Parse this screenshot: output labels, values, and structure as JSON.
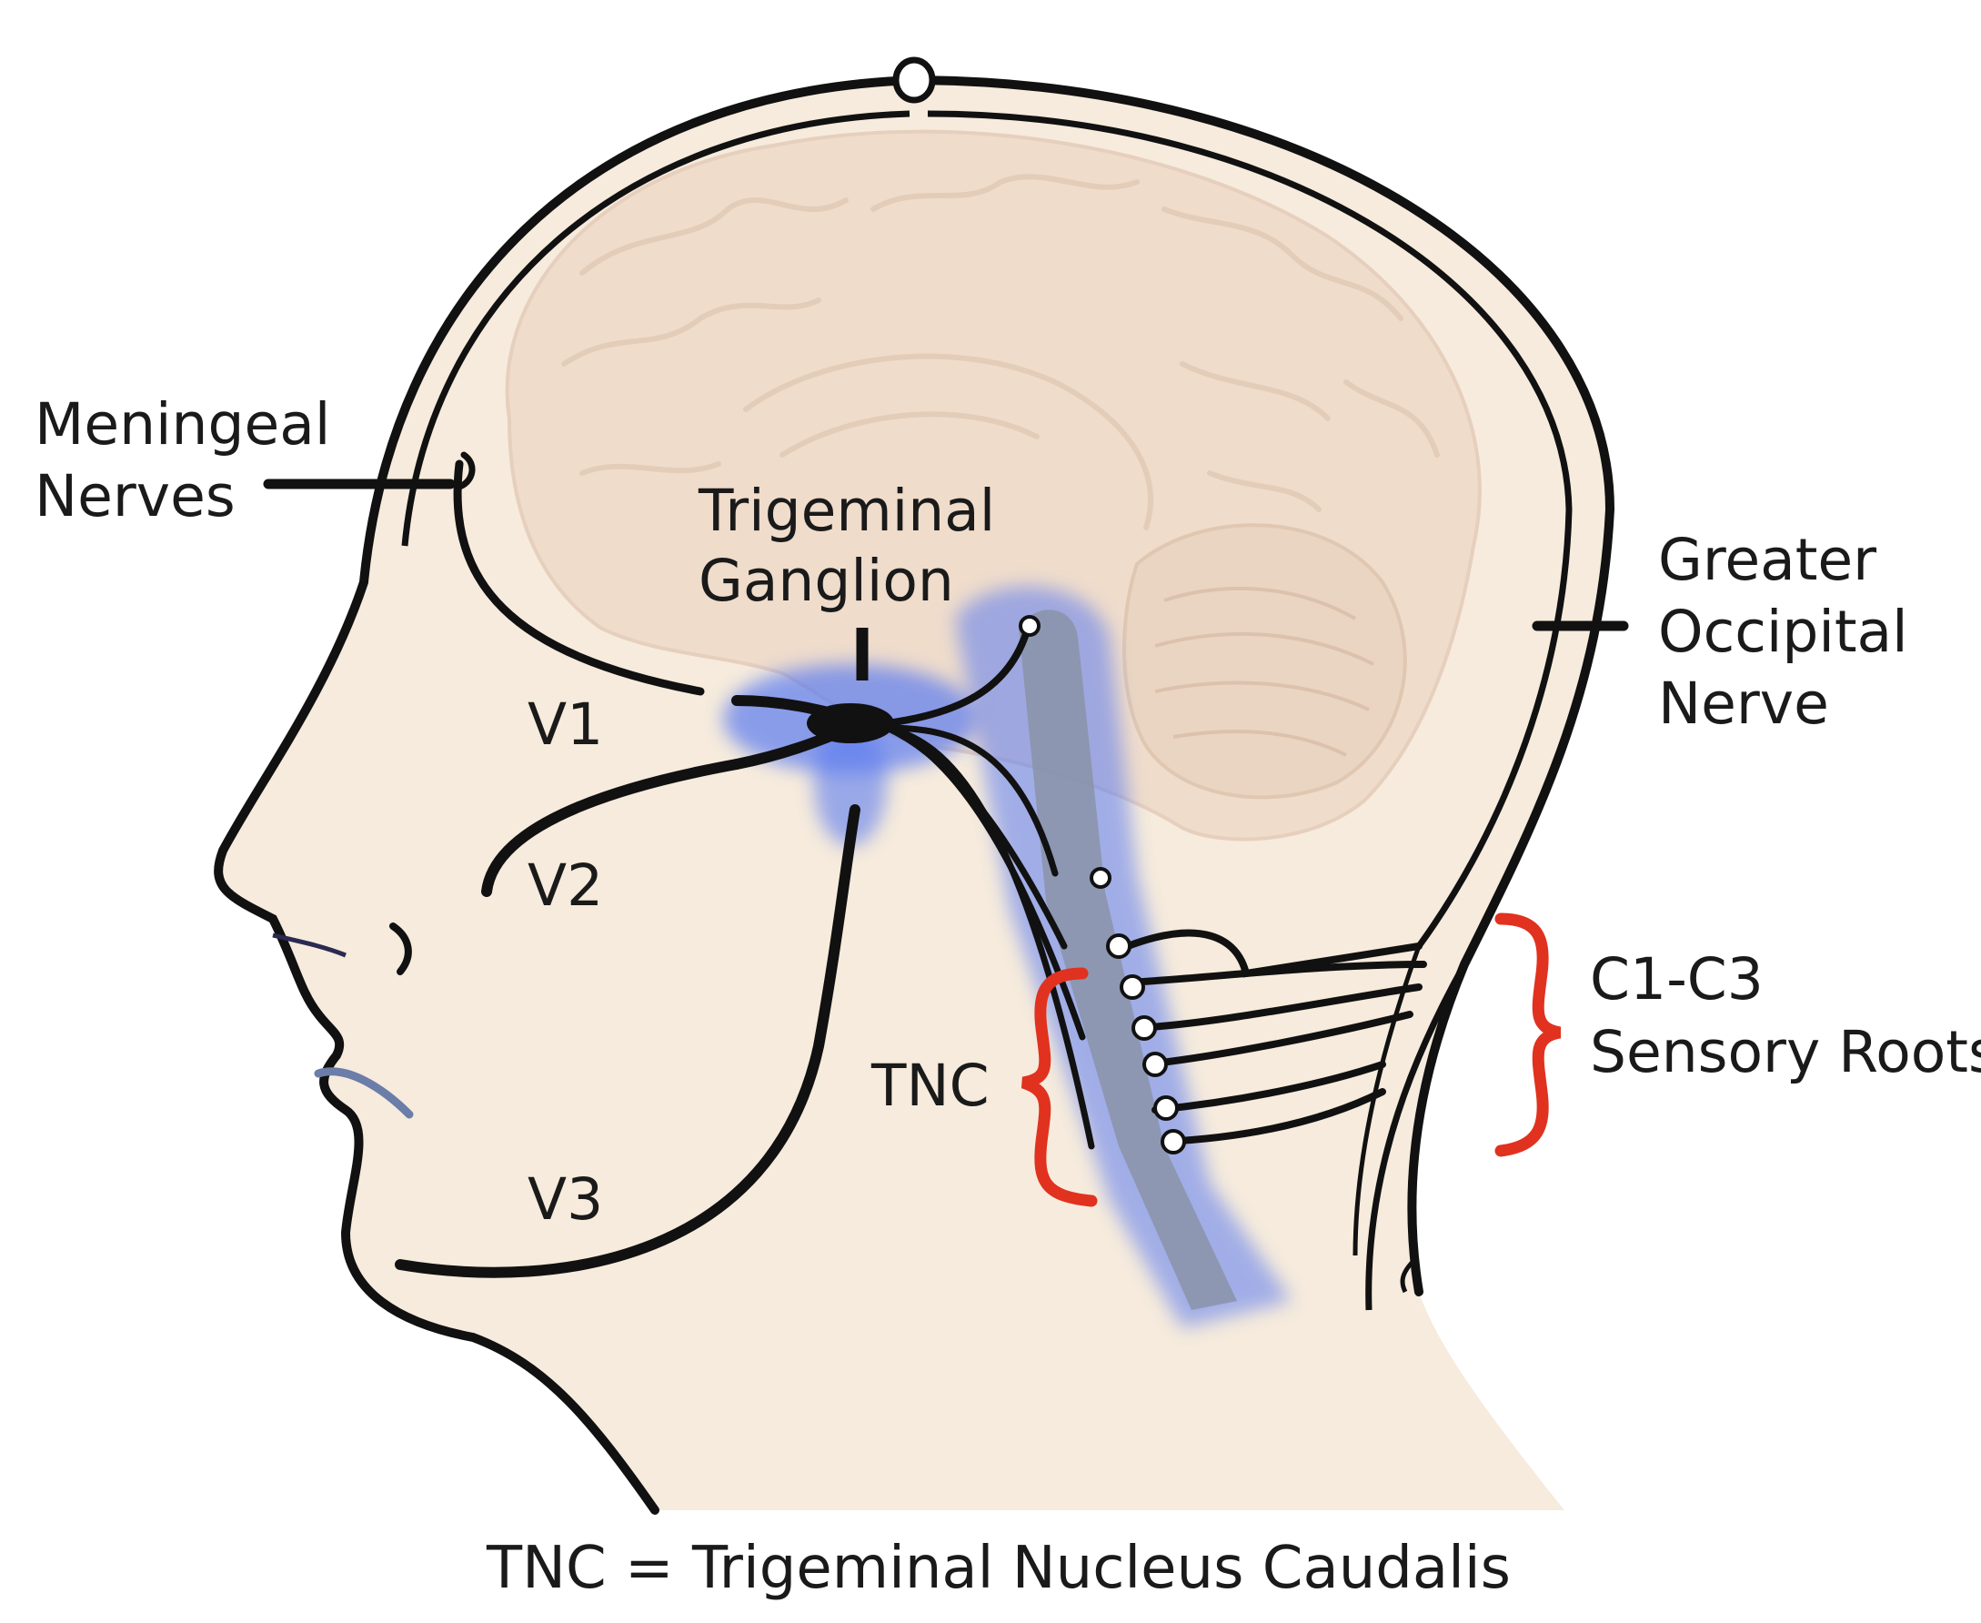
{
  "labels": {
    "meningeal_nerves": [
      "Meningeal",
      "Nerves"
    ],
    "trigeminal_ganglion": [
      "Trigeminal",
      "Ganglion"
    ],
    "greater_occipital_nerve": [
      "Greater",
      "Occipital",
      "Nerve"
    ],
    "v1": "V1",
    "v2": "V2",
    "v3": "V3",
    "tnc": "TNC",
    "c1_c3_sensory_roots": [
      "C1-C3",
      "Sensory Roots"
    ]
  },
  "caption": "TNC = Trigeminal Nucleus Caudalis",
  "colors": {
    "skin": "#f6ebdc",
    "brain": "#efdccb",
    "outline": "#111111",
    "nerve_glow": "#5b7cf0",
    "brainstem": "#8a93a8",
    "bracket": "#e0321f"
  }
}
